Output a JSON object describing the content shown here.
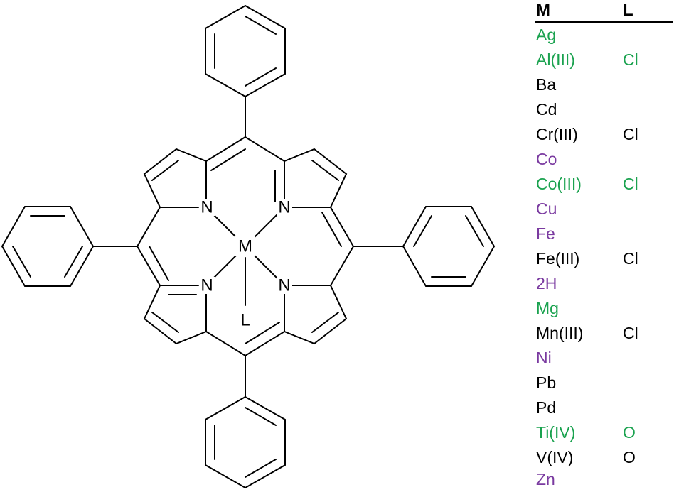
{
  "structure": {
    "atoms": {
      "metal": "M",
      "ligand": "L",
      "nitrogen": "N"
    }
  },
  "table": {
    "headers": {
      "metal": "M",
      "ligand": "L"
    },
    "colors": {
      "green": "#1aa24f",
      "purple": "#7a3aa0",
      "black": "#000000"
    },
    "rows": [
      {
        "metal": "Ag",
        "ligand": "",
        "color": "green"
      },
      {
        "metal": "Al(III)",
        "ligand": "Cl",
        "color": "green"
      },
      {
        "metal": "Ba",
        "ligand": "",
        "color": "black"
      },
      {
        "metal": "Cd",
        "ligand": "",
        "color": "black"
      },
      {
        "metal": "Cr(III)",
        "ligand": "Cl",
        "color": "black"
      },
      {
        "metal": "Co",
        "ligand": "",
        "color": "purple"
      },
      {
        "metal": "Co(III)",
        "ligand": "Cl",
        "color": "green"
      },
      {
        "metal": "Cu",
        "ligand": "",
        "color": "purple"
      },
      {
        "metal": "Fe",
        "ligand": "",
        "color": "purple"
      },
      {
        "metal": "Fe(III)",
        "ligand": "Cl",
        "color": "black"
      },
      {
        "metal": "2H",
        "ligand": "",
        "color": "purple"
      },
      {
        "metal": "Mg",
        "ligand": "",
        "color": "green"
      },
      {
        "metal": "Mn(III)",
        "ligand": "Cl",
        "color": "black"
      },
      {
        "metal": "Ni",
        "ligand": "",
        "color": "purple"
      },
      {
        "metal": "Pb",
        "ligand": "",
        "color": "black"
      },
      {
        "metal": "Pd",
        "ligand": "",
        "color": "black"
      },
      {
        "metal": "Ti(IV)",
        "ligand": "O",
        "color": "green"
      },
      {
        "metal": "V(IV)",
        "ligand": "O",
        "color": "black"
      },
      {
        "metal": "Zn",
        "ligand": "",
        "color": "purple"
      }
    ]
  }
}
